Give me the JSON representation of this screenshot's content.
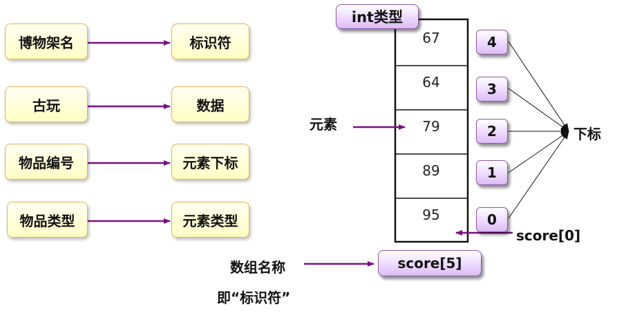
{
  "left_mapping": [
    {
      "museum": "博物架名",
      "concept": "标识符"
    },
    {
      "museum": "古玩",
      "concept": "数据"
    },
    {
      "museum": "物品编号",
      "concept": "元素下标"
    },
    {
      "museum": "物品类型",
      "concept": "元素类型"
    }
  ],
  "array": {
    "type_label": "int类型",
    "values": [
      "67",
      "64",
      "79",
      "89",
      "95"
    ],
    "indices": [
      "4",
      "3",
      "2",
      "1",
      "0"
    ],
    "element_label": "元素",
    "index_label": "下标",
    "first_element_label": "score[0]",
    "name_box": "score[5]",
    "name_label": "数组名称",
    "name_note": "即“标识符”"
  },
  "colors": {
    "arrow": "#7b0f86",
    "yellow_box": "#ffffc4",
    "purple_box": "#dcbcf4"
  }
}
